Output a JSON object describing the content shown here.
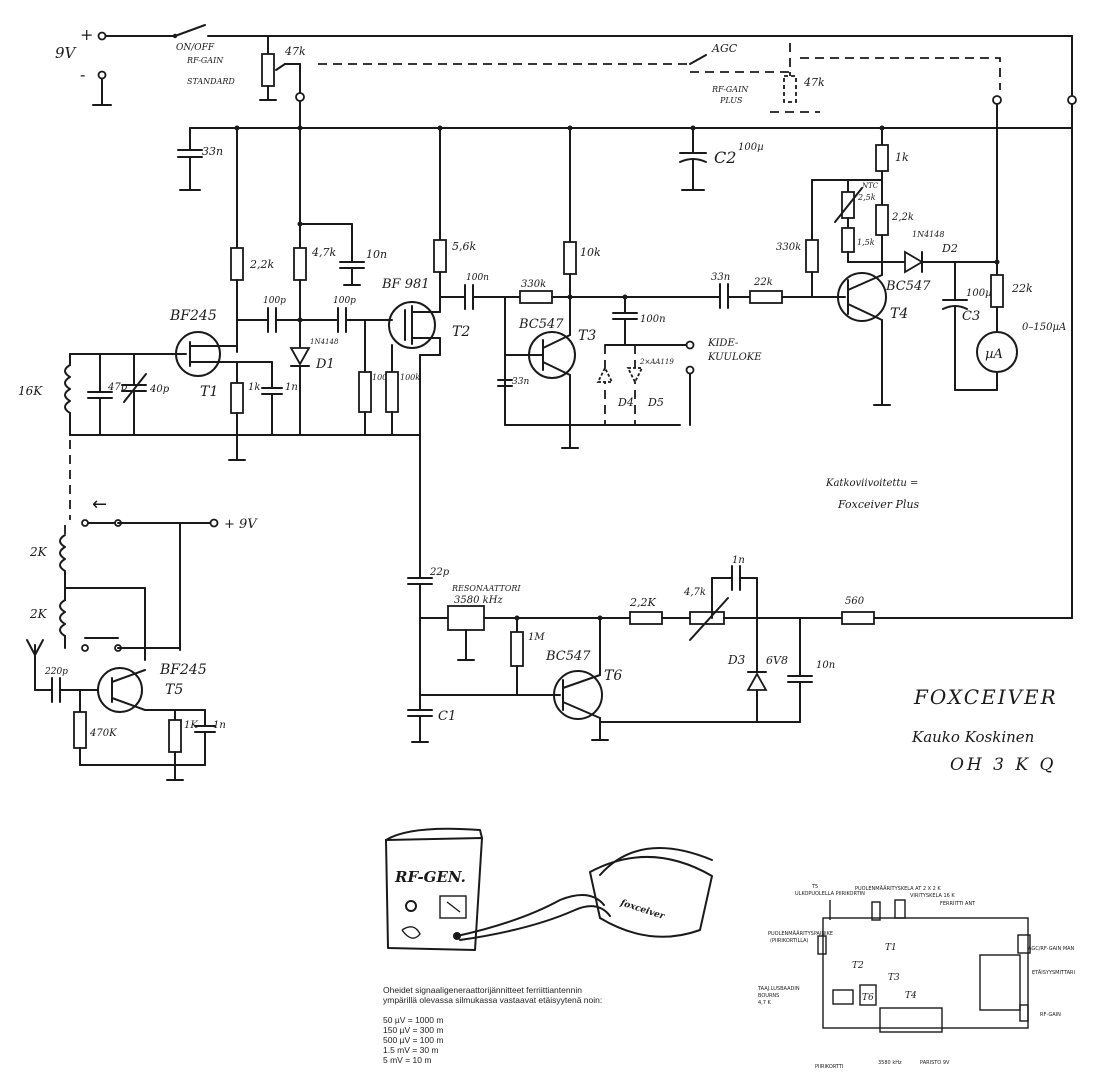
{
  "title": "FOXCEIVER",
  "author_line1": "Kauko Koskinen",
  "author_line2": "OH 3 K Q",
  "plus_note_line1": "Katkoviivoitettu =",
  "plus_note_line2": "Foxceiver Plus",
  "supply": {
    "battery": "9V",
    "plus": "+",
    "minus": "-",
    "plus9v": "+ 9V"
  },
  "switches": {
    "onoff": "ON/OFF",
    "rfgain": "RF-GAIN",
    "standard": "STANDARD",
    "agc": "AGC",
    "rfgain_plus_1": "RF-GAIN",
    "rfgain_plus_2": "PLUS",
    "arrow": "←"
  },
  "components": {
    "pot47k": "47k",
    "pot47k_plus": "47k",
    "c33n": "33n",
    "c2": "C2",
    "c2v": "100µ",
    "r22k_t1": "2,2k",
    "r47k_d1": "4,7k",
    "c10n_d1": "10n",
    "r56k": "5,6k",
    "r10k_t3": "10k",
    "r1k_t4": "1k",
    "ntc": "NTC",
    "ntc_v": "2,5k",
    "r22k_t4": "2,2k",
    "r15k": "1,5k",
    "r330k_t4": "330k",
    "d2_type": "1N4148",
    "d2": "D2",
    "r22k_meter": "22k",
    "c3": "C3",
    "c3v": "100µ",
    "meter": "0–150µA",
    "meter_sym": "µA",
    "bf245_t1": "BF245",
    "t1": "T1",
    "coil16k": "16K",
    "c47p": "47p",
    "c40p": "40p",
    "r1k_t1": "1k",
    "c1n_t1": "1n",
    "c100p_a": "100p",
    "c100p_b": "100p",
    "d1_type": "1N4148",
    "d1": "D1",
    "r100k_a": "100k",
    "r100k_b": "100k",
    "bf981": "BF 981",
    "t2": "T2",
    "c100n_a": "100n",
    "r330k_t3": "330k",
    "bc547_t3": "BC547",
    "t3": "T3",
    "c33n_t3": "33n",
    "c100n_b": "100n",
    "headphones_1": "KIDE-",
    "headphones_2": "KUULOKE",
    "diode_type": "2×AA119",
    "d4": "D4",
    "d5": "D5",
    "c33n_t4": "33n",
    "r22k_t4in": "22k",
    "bc547_t4": "BC547",
    "t4": "T4",
    "coil2k_a": "2K",
    "coil2k_b": "2K",
    "c220p": "220p",
    "bf245_t5": "BF245",
    "t5": "T5",
    "r470k": "470K",
    "r1k_t5": "1K",
    "c1n_t5": "1n",
    "c22p": "22p",
    "resonator_1": "RESONAATTORI",
    "resonator_2": "3580 kHz",
    "c1": "C1",
    "r1m": "1M",
    "bc547_t6": "BC547",
    "t6": "T6",
    "r22k_t6": "2,2K",
    "r47k_pot": "4,7k",
    "c1n_osc": "1n",
    "d3": "D3",
    "d3v": "6V8",
    "c10n_osc": "10n",
    "r560": "560"
  },
  "rf_setup": {
    "generator": "RF-GEN.",
    "receiver": "foxceiver"
  },
  "notes": {
    "intro_1": "Oheidet signaaligeneraattorijännitteet ferriittiantennin",
    "intro_2": "ympärillä olevassa silmukassa vastaavat etäisyytenä noin:",
    "rows": [
      "50 µV = 1000 m",
      "150 µV = 300 m",
      "500 µV = 100 m",
      "1.5 mV = 30 m",
      "5 mV = 10 m"
    ]
  },
  "layout_labels": {
    "t5_ant": "T5",
    "t5_ant2": "ULKOPUOLELLA PIIRIKORTIN",
    "coil_winding": "PUOLENMÄÄRITYSKELA AT 2 X 2 K",
    "ferrite_coil": "VIRITYSKELA 16 K",
    "ferrite_ant": "FERRIITTI ANT",
    "coil_switch_1": "PUOLENMÄÄRITYSPAINIKE",
    "coil_switch_2": "(PIIRIKORTILLA)",
    "agc_rf_gain": "AGC/RF-GAIN MAN",
    "distance_meter": "ETÄISYYSMITTARI",
    "tuning_1": "TAAJ.LUSBAADIN",
    "tuning_2": "BOURNS",
    "tuning_3": "4,7 K",
    "rf_gain_knob": "RF-GAIN",
    "pcb": "PIIRIKORTTI",
    "crystal": "3580 kHz",
    "battery": "PARISTO 9V",
    "lt1": "T1",
    "lt2": "T2",
    "lt3": "T3",
    "lt4": "T4",
    "lt6": "T6"
  }
}
